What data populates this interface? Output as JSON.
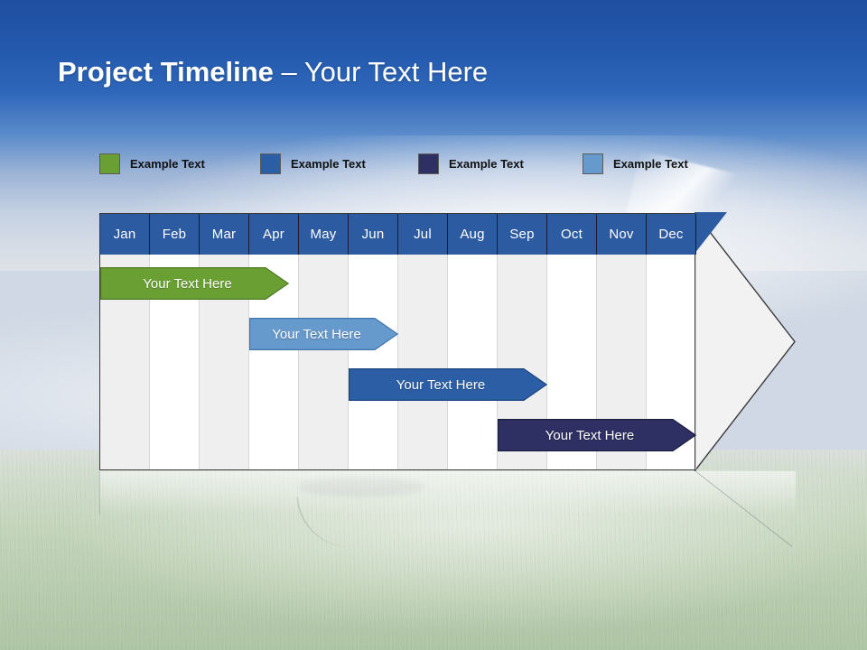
{
  "slide": {
    "title_strong": "Project Timeline",
    "title_rest": " – Your Text Here",
    "background": {
      "sky_top": "#1f4fa0",
      "sky_bottom": "#dde2e8",
      "ground": "#bccfb3"
    }
  },
  "legend": {
    "items": [
      {
        "label": "Example Text",
        "color": "#6aa033",
        "x": 0
      },
      {
        "label": "Example Text",
        "color": "#2b5ea5",
        "x": 178
      },
      {
        "label": "Example Text",
        "color": "#2e2f63",
        "x": 353
      },
      {
        "label": "Example Text",
        "color": "#6699cc",
        "x": 535
      }
    ]
  },
  "chart": {
    "type": "gantt",
    "header_color": "#2c5ba2",
    "header_text_color": "#ffffff",
    "stripe_color": "#efefef",
    "arrow_fill": "#f2f2f2",
    "arrow_stroke": "#3a3a3a",
    "months": [
      "Jan",
      "Feb",
      "Mar",
      "Apr",
      "May",
      "Jun",
      "Jul",
      "Aug",
      "Sep",
      "Oct",
      "Nov",
      "Dec"
    ],
    "bars": [
      {
        "label": "Your  Text Here",
        "color": "#6aa033",
        "stroke": "#4e7a24",
        "start_month": 0,
        "end_month": 3.8,
        "row": 0
      },
      {
        "label": "Your  Text Here",
        "color": "#6699cc",
        "stroke": "#3f76ad",
        "start_month": 3,
        "end_month": 6.0,
        "row": 1
      },
      {
        "label": "Your  Text Here",
        "color": "#2b5ea5",
        "stroke": "#1d4680",
        "start_month": 5,
        "end_month": 9.0,
        "row": 2
      },
      {
        "label": "Your  Text Here",
        "color": "#2e2f63",
        "stroke": "#1c1d42",
        "start_month": 8,
        "end_month": 12.0,
        "row": 3
      }
    ]
  },
  "chart_data": {
    "type": "bar",
    "title": "Project Timeline – Your Text Here",
    "categories": [
      "Jan",
      "Feb",
      "Mar",
      "Apr",
      "May",
      "Jun",
      "Jul",
      "Aug",
      "Sep",
      "Oct",
      "Nov",
      "Dec"
    ],
    "xlabel": "",
    "ylabel": "",
    "legend_position": "top",
    "grid": true,
    "series": [
      {
        "name": "Example Text",
        "color": "#6aa033",
        "start": "Jan",
        "end": "Apr",
        "label": "Your  Text Here"
      },
      {
        "name": "Example Text",
        "color": "#6699cc",
        "start": "Apr",
        "end": "Jun",
        "label": "Your  Text Here"
      },
      {
        "name": "Example Text",
        "color": "#2b5ea5",
        "start": "Jun",
        "end": "Sep",
        "label": "Your  Text Here"
      },
      {
        "name": "Example Text",
        "color": "#2e2f63",
        "start": "Sep",
        "end": "Dec",
        "label": "Your  Text Here"
      }
    ]
  }
}
